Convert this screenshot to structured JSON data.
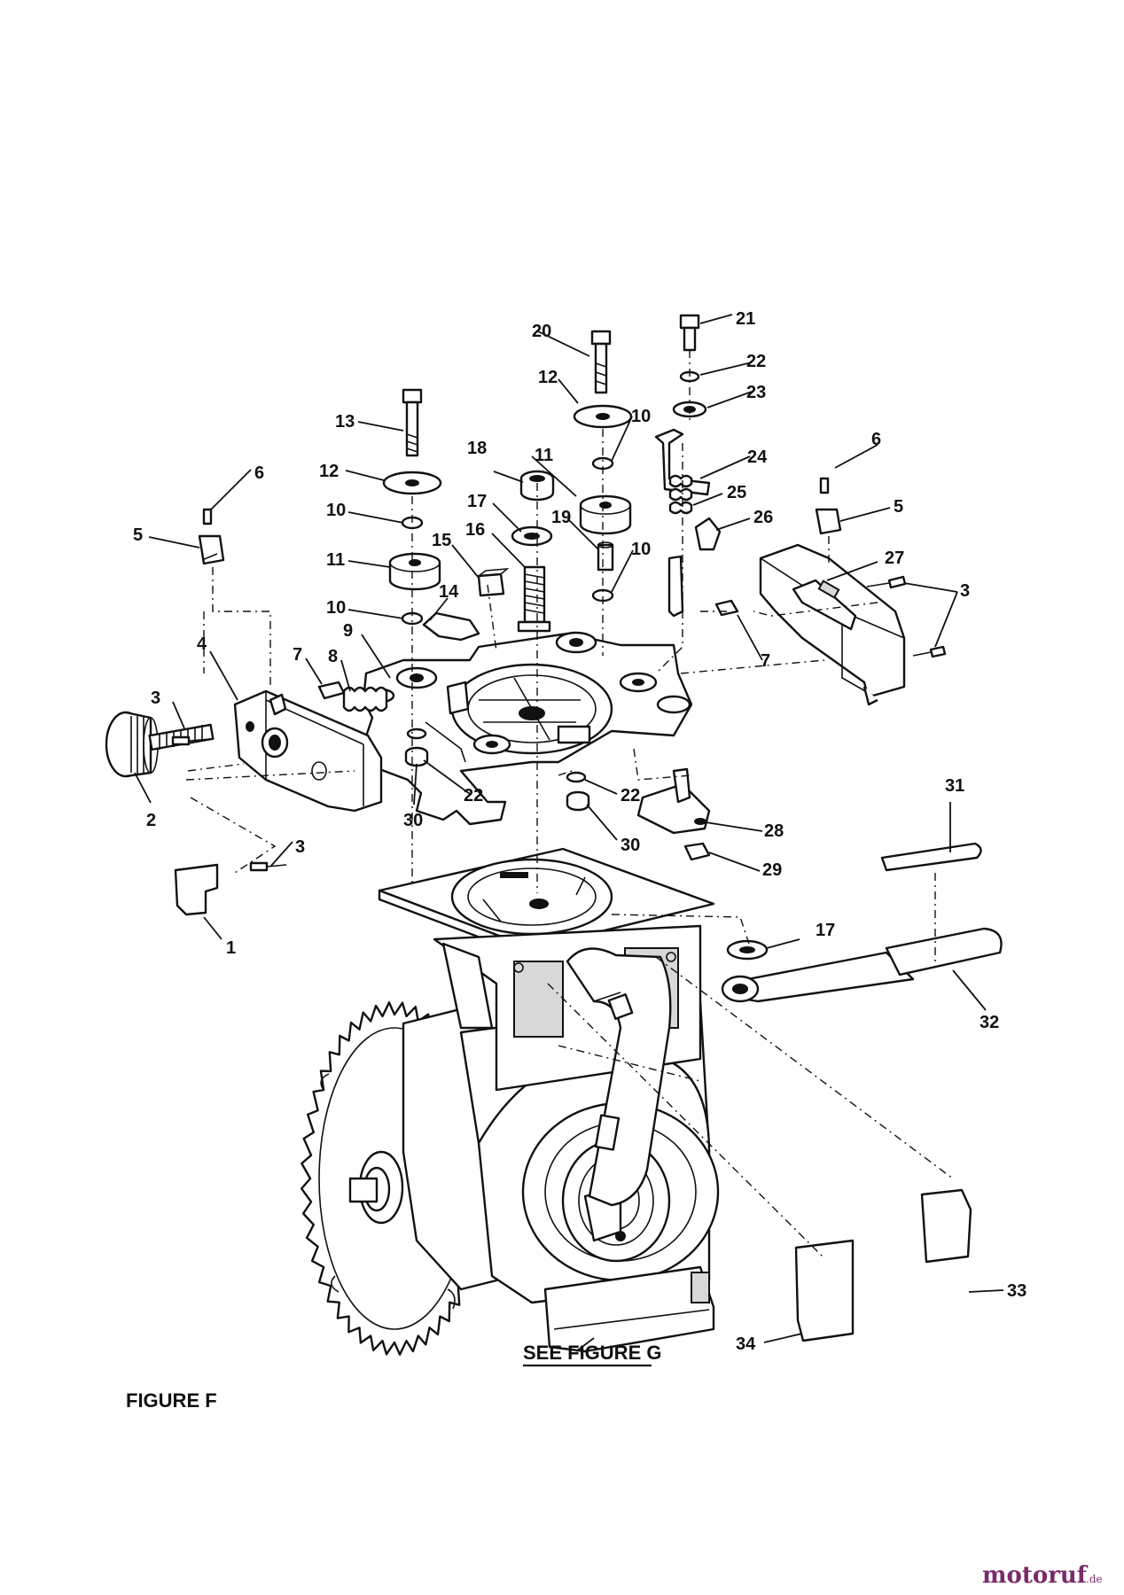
{
  "figure_title": "FIGURE F",
  "see_also_label": "SEE FIGURE G",
  "watermark": {
    "brand": "motoruf",
    "suffix": ".de",
    "color": "#7a2a6a"
  },
  "callouts": [
    "1",
    "2",
    "3",
    "3",
    "3",
    "4",
    "5",
    "5",
    "6",
    "6",
    "7",
    "7",
    "8",
    "9",
    "10",
    "10",
    "10",
    "10",
    "11",
    "11",
    "12",
    "12",
    "13",
    "14",
    "15",
    "16",
    "17",
    "17",
    "18",
    "19",
    "20",
    "21",
    "22",
    "22",
    "22",
    "23",
    "24",
    "25",
    "26",
    "27",
    "28",
    "29",
    "30",
    "30",
    "31",
    "32",
    "33",
    "34"
  ]
}
